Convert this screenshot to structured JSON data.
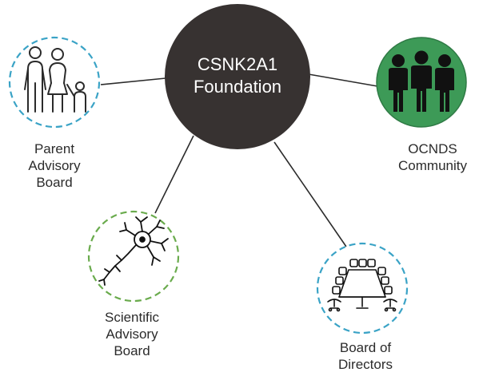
{
  "diagram": {
    "center": {
      "line1": "CSNK2A1",
      "line2": "Foundation"
    },
    "nodes": {
      "parent": {
        "lines": [
          "Parent",
          "Advisory",
          "Board"
        ],
        "icon": "family-icon"
      },
      "ocnds": {
        "lines": [
          "OCNDS",
          "Community"
        ],
        "icon": "people-group-icon"
      },
      "scientific": {
        "lines": [
          "Scientific",
          "Advisory",
          "Board"
        ],
        "icon": "neuron-icon"
      },
      "board": {
        "lines": [
          "Board of",
          "Directors"
        ],
        "icon": "conference-table-icon"
      }
    }
  },
  "colors": {
    "center_fill": "#373231",
    "center_text": "#ffffff",
    "parent_ring": "#3aa3c6",
    "ocnds_fill": "#3d9a57",
    "scientific_ring": "#6aab4d",
    "board_ring": "#3aa3c6",
    "connector": "#2b2b2b",
    "icon_stroke": "#2b2b2b"
  }
}
